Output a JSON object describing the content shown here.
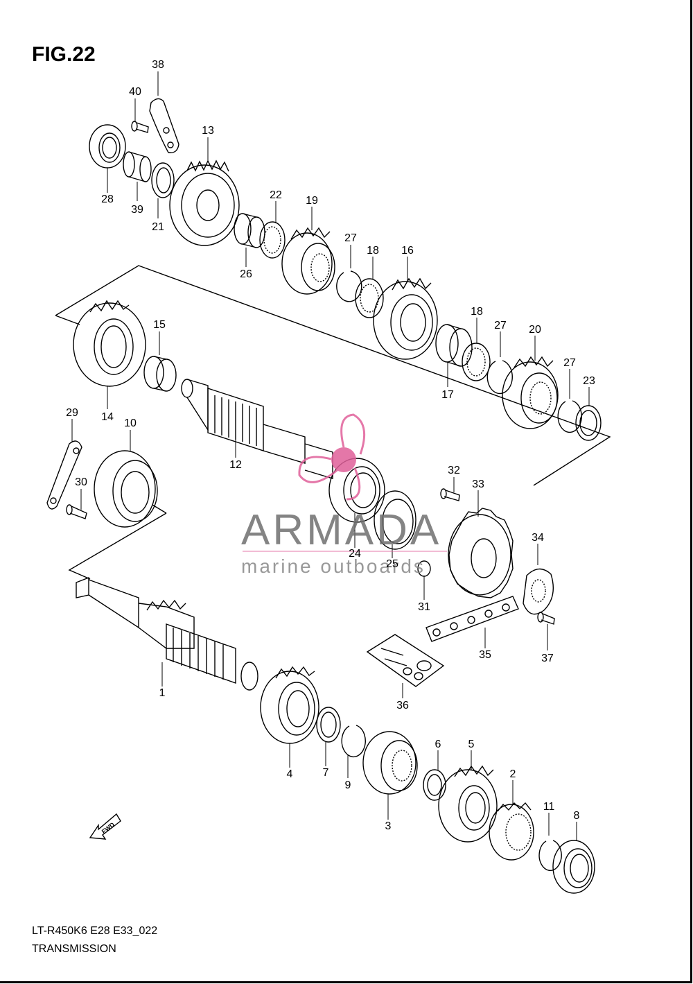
{
  "figure": {
    "title": "FIG.22",
    "model_code": "LT-R450K6 E28 E33_022",
    "section": "TRANSMISSION"
  },
  "fwd_label": "FWD",
  "watermark": {
    "brand": "ARMADA",
    "tagline": "marine outboards",
    "accent_color": "#e0609a"
  },
  "callouts": [
    "38",
    "40",
    "13",
    "28",
    "39",
    "21",
    "22",
    "19",
    "26",
    "27",
    "18",
    "16",
    "15",
    "14",
    "18",
    "27",
    "20",
    "17",
    "27",
    "23",
    "29",
    "10",
    "12",
    "30",
    "32",
    "33",
    "24",
    "25",
    "34",
    "31",
    "35",
    "37",
    "1",
    "36",
    "4",
    "7",
    "9",
    "6",
    "5",
    "3",
    "2",
    "11",
    "8"
  ]
}
